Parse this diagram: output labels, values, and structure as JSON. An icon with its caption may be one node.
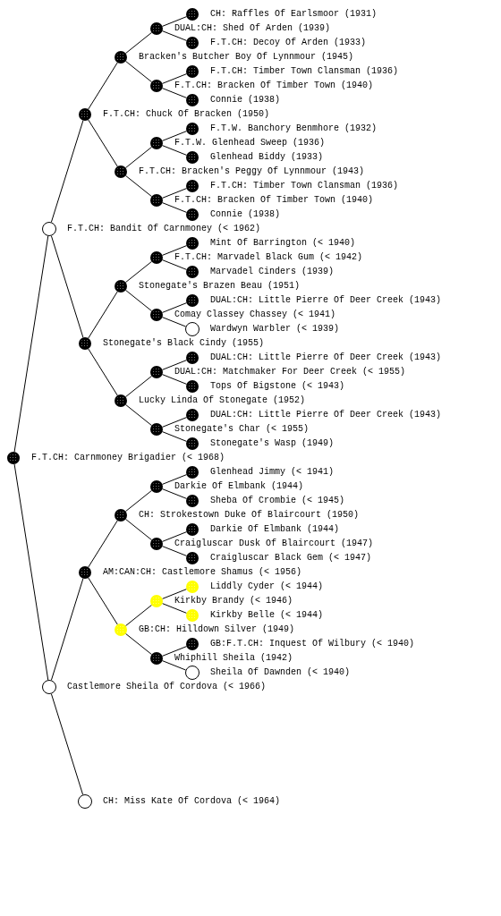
{
  "diagram": {
    "nodes": [
      {
        "text": [
          "CH: Raffles Of Earlsmoor (1931)"
        ]
      },
      {
        "text": [
          "DUAL:CH: Shed Of Arden (1939)"
        ]
      },
      {
        "text": [
          "F.T.CH: Decoy Of Arden (1933)"
        ]
      },
      {
        "text": [
          "Bracken's Butcher Boy Of Lynnmour (1945)"
        ]
      },
      {
        "text": [
          "F.T.CH: Timber Town Clansman (1936)"
        ]
      },
      {
        "text": [
          "F.T.CH: Bracken Of Timber Town (1940)"
        ]
      },
      {
        "text": [
          "Connie (1938)"
        ]
      },
      {
        "text": [
          "F.T.CH: Chuck Of Bracken (1950)"
        ]
      },
      {
        "text": [
          "F.T.W. Banchory Benmhore (1932)"
        ]
      },
      {
        "text": [
          "F.T.W. Glenhead Sweep (1936)"
        ]
      },
      {
        "text": [
          "Glenhead Biddy (1933)"
        ]
      },
      {
        "text": [
          "F.T.CH: Bracken's Peggy Of Lynnmour (1943)"
        ]
      },
      {
        "text": [
          "F.T.CH: Timber Town Clansman (1936)"
        ]
      },
      {
        "text": [
          "F.T.CH: Bracken Of Timber Town (1940)"
        ]
      },
      {
        "text": [
          "Connie (1938)"
        ]
      },
      {
        "text": [
          "F.T.CH: Bandit Of Carnmoney (< 1962)"
        ]
      },
      {
        "text": [
          "Mint Of Barrington (< 1940)"
        ]
      },
      {
        "text": [
          "F.T.CH: Marvadel Black Gum (< 1942)"
        ]
      },
      {
        "text": [
          "Marvadel Cinders (1939)"
        ]
      },
      {
        "text": [
          "Stonegate's Brazen Beau (1951)"
        ]
      },
      {
        "text": [
          "DUAL:CH: Little Pierre Of Deer Creek (1943)"
        ]
      },
      {
        "text": [
          "Comay Classey Chassey (< 1941)"
        ]
      },
      {
        "text": [
          "Wardwyn Warbler (< 1939)"
        ]
      },
      {
        "text": [
          "Stonegate's Black Cindy (1955)"
        ]
      },
      {
        "text": [
          "DUAL:CH: Little Pierre Of Deer Creek (1943)"
        ]
      },
      {
        "text": [
          "DUAL:CH: Matchmaker For Deer Creek (< 1955)"
        ]
      },
      {
        "text": [
          "Tops Of Bigstone (< 1943)"
        ]
      },
      {
        "text": [
          "Lucky Linda Of Stonegate (1952)"
        ]
      },
      {
        "text": [
          "DUAL:CH: Little Pierre Of Deer Creek (1943)"
        ]
      },
      {
        "text": [
          "Stonegate's Char (< 1955)"
        ]
      },
      {
        "text": [
          "Stonegate's Wasp (1949)"
        ]
      },
      {
        "text": [
          "F.T.CH: Carnmoney Brigadier (< 1968)"
        ]
      },
      {
        "text": [
          "Glenhead Jimmy (< 1941)"
        ]
      },
      {
        "text": [
          "Darkie Of Elmbank (1944)"
        ]
      },
      {
        "text": [
          "Sheba Of Crombie (< 1945)"
        ]
      },
      {
        "text": [
          "CH: Strokestown Duke Of Blaircourt (1950)"
        ]
      },
      {
        "text": [
          "Darkie Of Elmbank (1944)"
        ]
      },
      {
        "text": [
          "Craigluscar Dusk Of Blaircourt (1947)"
        ]
      },
      {
        "text": [
          "Craigluscar Black Gem (< 1947)"
        ]
      },
      {
        "text": [
          "AM:CAN:CH: Castlemore Shamus (< 1956)"
        ]
      },
      {
        "text": [
          "Liddly Cyder (< 1944)"
        ]
      },
      {
        "text": [
          "Kirkby Brandy (< 1946)"
        ]
      },
      {
        "text": [
          "Kirkby Belle (< 1944)"
        ]
      },
      {
        "text": [
          "GB:CH: Hilldown Silver (1949)"
        ]
      },
      {
        "text": [
          "GB:F.T.CH: Inquest Of Wilbury (< 1940)"
        ]
      },
      {
        "text": [
          "Whiphill Sheila (1942)"
        ]
      },
      {
        "text": [
          "Sheila Of Dawnden (< 1940)"
        ]
      },
      {
        "text": [
          "Castlemore Sheila Of Cordova (< 1966)"
        ]
      },
      {
        "text": [
          "CH: Miss Kate Of Cordova (< 1964)"
        ]
      }
    ],
    "edges": [
      {
        "from": 31,
        "to": 15,
        "arrow": "none"
      },
      {
        "from": 31,
        "to": 47,
        "arrow": "none"
      },
      {
        "from": 15,
        "to": 7,
        "arrow": "none"
      },
      {
        "from": 15,
        "to": 23,
        "arrow": "none"
      },
      {
        "from": 47,
        "to": 39,
        "arrow": "none"
      },
      {
        "from": 47,
        "to": 48,
        "arrow": "none"
      },
      {
        "from": 7,
        "to": 3,
        "arrow": "none"
      },
      {
        "from": 7,
        "to": 11,
        "arrow": "none"
      },
      {
        "from": 23,
        "to": 19,
        "arrow": "none"
      },
      {
        "from": 23,
        "to": 27,
        "arrow": "none"
      },
      {
        "from": 39,
        "to": 35,
        "arrow": "none"
      },
      {
        "from": 39,
        "to": 43,
        "arrow": "none"
      },
      {
        "from": 3,
        "to": 1,
        "arrow": "none"
      },
      {
        "from": 3,
        "to": 5,
        "arrow": "none"
      },
      {
        "from": 11,
        "to": 9,
        "arrow": "none"
      },
      {
        "from": 11,
        "to": 13,
        "arrow": "none"
      },
      {
        "from": 19,
        "to": 17,
        "arrow": "none"
      },
      {
        "from": 19,
        "to": 21,
        "arrow": "none"
      },
      {
        "from": 27,
        "to": 25,
        "arrow": "none"
      },
      {
        "from": 27,
        "to": 29,
        "arrow": "none"
      },
      {
        "from": 35,
        "to": 33,
        "arrow": "none"
      },
      {
        "from": 35,
        "to": 37,
        "arrow": "none"
      },
      {
        "from": 43,
        "to": 41,
        "arrow": "none"
      },
      {
        "from": 43,
        "to": 45,
        "arrow": "none"
      },
      {
        "from": 1,
        "to": 0,
        "arrow": "none"
      },
      {
        "from": 1,
        "to": 2,
        "arrow": "none"
      },
      {
        "from": 5,
        "to": 4,
        "arrow": "none"
      },
      {
        "from": 5,
        "to": 6,
        "arrow": "none"
      },
      {
        "from": 9,
        "to": 8,
        "arrow": "none"
      },
      {
        "from": 9,
        "to": 10,
        "arrow": "none"
      },
      {
        "from": 13,
        "to": 12,
        "arrow": "none"
      },
      {
        "from": 13,
        "to": 14,
        "arrow": "none"
      },
      {
        "from": 17,
        "to": 16,
        "arrow": "none"
      },
      {
        "from": 17,
        "to": 18,
        "arrow": "none"
      },
      {
        "from": 21,
        "to": 20,
        "arrow": "none"
      },
      {
        "from": 21,
        "to": 22,
        "arrow": "none"
      },
      {
        "from": 25,
        "to": 24,
        "arrow": "none"
      },
      {
        "from": 25,
        "to": 26,
        "arrow": "none"
      },
      {
        "from": 29,
        "to": 28,
        "arrow": "none"
      },
      {
        "from": 29,
        "to": 30,
        "arrow": "none"
      },
      {
        "from": 33,
        "to": 32,
        "arrow": "none"
      },
      {
        "from": 33,
        "to": 34,
        "arrow": "none"
      },
      {
        "from": 37,
        "to": 36,
        "arrow": "none"
      },
      {
        "from": 37,
        "to": 38,
        "arrow": "none"
      },
      {
        "from": 41,
        "to": 40,
        "arrow": "none"
      },
      {
        "from": 41,
        "to": 42,
        "arrow": "none"
      },
      {
        "from": 45,
        "to": 44,
        "arrow": "none"
      },
      {
        "from": 45,
        "to": 46,
        "arrow": "none"
      }
    ]
  }
}
